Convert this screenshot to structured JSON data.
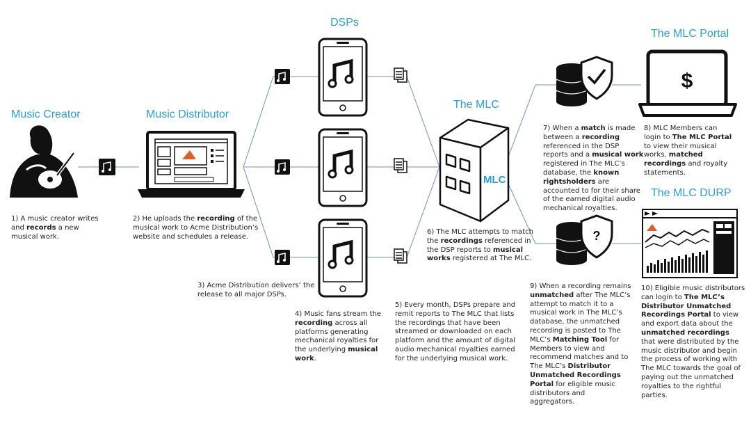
{
  "colors": {
    "heading": "#2a9fd0",
    "connector": "#6d8fc0",
    "icon": "#111111",
    "accent": "#d9622b"
  },
  "headings": {
    "creator": "Music Creator",
    "distributor": "Music Distributor",
    "dsps": "DSPs",
    "mlc": "The MLC",
    "portal": "The MLC Portal",
    "durp": "The MLC DURP"
  },
  "mlc_logo": "MLC",
  "portal_symbol": "$",
  "durp_symbol": "?",
  "steps": {
    "s1": [
      {
        "t": "1) A music creator"
      },
      {
        "t": "writes and "
      },
      {
        "t": "records",
        "b": true
      },
      {
        "t": " a"
      },
      {
        "t": "new musical work."
      }
    ],
    "s2": [
      {
        "t": "2) He uploads the "
      },
      {
        "t": "recording",
        "b": true
      },
      {
        "t": " of the"
      },
      {
        "t": "musical work to Acme Distribution’s"
      },
      {
        "t": "website and schedules a release."
      }
    ],
    "s3": [
      {
        "t": "3) Acme Distribution delivers’"
      },
      {
        "t": "the release to all major DSPs."
      }
    ],
    "s4": [
      {
        "t": "4) Music fans stream the"
      },
      {
        "t": "recording",
        "b": true
      },
      {
        "t": " across all"
      },
      {
        "t": "platforms generating"
      },
      {
        "t": "mechanical royalties for"
      },
      {
        "t": "the underlying "
      },
      {
        "t": "musical",
        "b": true
      },
      {
        "t": "work",
        "b": true
      },
      {
        "t": "."
      }
    ],
    "s5": [
      {
        "t": "5) Every month, DSPs prepare and"
      },
      {
        "t": "remit reports to The MLC that lists"
      },
      {
        "t": "the recordings that have been"
      },
      {
        "t": "streamed or downloaded on each"
      },
      {
        "t": "platform and the  amount of digital"
      },
      {
        "t": "audio mechanical royalties earned"
      },
      {
        "t": "for the underlying musical work."
      }
    ],
    "s6": [
      {
        "t": "6) The MLC attempts to match"
      },
      {
        "t": "the "
      },
      {
        "t": "recordings",
        "b": true
      },
      {
        "t": " referenced  in the"
      },
      {
        "t": "DSP reports to "
      },
      {
        "t": "musical  works",
        "b": true
      },
      {
        "t": "registered at The MLC."
      }
    ],
    "s7": [
      {
        "t": "7) When a "
      },
      {
        "t": "match",
        "b": true
      },
      {
        "t": " is made"
      },
      {
        "t": "between  a "
      },
      {
        "t": "recording",
        "b": true
      },
      {
        "t": "referenced  in the DSP reports"
      },
      {
        "t": "and a "
      },
      {
        "t": "musical work",
        "b": true
      },
      {
        "t": " registered"
      },
      {
        "t": "in The MLC’s database, the"
      },
      {
        "t": "known rightsholders",
        "b": true
      },
      {
        "t": " are"
      },
      {
        "t": "accounted to for their share of"
      },
      {
        "t": "the earned digital audio"
      },
      {
        "t": "mechanical royalties."
      }
    ],
    "s8": [
      {
        "t": "8) MLC Members can login"
      },
      {
        "t": "to "
      },
      {
        "t": "The MLC Portal",
        "b": true
      },
      {
        "t": " to view"
      },
      {
        "t": "their musical works,"
      },
      {
        "t": "matched recordings",
        "b": true
      },
      {
        "t": " and"
      },
      {
        "t": "royalty statements."
      }
    ],
    "s9": [
      {
        "t": "9) When a recording remains"
      },
      {
        "t": "unmatched",
        "b": true
      },
      {
        "t": " after The MLC’s"
      },
      {
        "t": "attempt to match it to a"
      },
      {
        "t": "musical work in The MLC’s"
      },
      {
        "t": "database, the unmatched"
      },
      {
        "t": "recording is posted to The"
      },
      {
        "t": "MLC’s "
      },
      {
        "t": "Matching Tool",
        "b": true
      },
      {
        "t": " for"
      },
      {
        "t": "Members to view and"
      },
      {
        "t": "recommend matches and to"
      },
      {
        "t": "The MLC’s "
      },
      {
        "t": "Distributor",
        "b": true
      },
      {
        "t": "Unmatched Recordings Portal",
        "b": true
      },
      {
        "t": "for eligible music distributors"
      },
      {
        "t": "and aggregators."
      }
    ],
    "s10": [
      {
        "t": "10) Eligible music distributors"
      },
      {
        "t": "can login to "
      },
      {
        "t": "The MLC’s",
        "b": true
      },
      {
        "t": "Distributor Unmatched",
        "b": true
      },
      {
        "t": "Recordings Portal",
        "b": true
      },
      {
        "t": " to view and"
      },
      {
        "t": "export data about the"
      },
      {
        "t": "unmatched recordings",
        "b": true
      },
      {
        "t": " that"
      },
      {
        "t": "were distributed by the music"
      },
      {
        "t": "distributor and begin the"
      },
      {
        "t": "process of working with The"
      },
      {
        "t": "MLC towards the goal of paying"
      },
      {
        "t": "out the  unmatched royalties to"
      },
      {
        "t": "the rightful parties."
      }
    ]
  }
}
